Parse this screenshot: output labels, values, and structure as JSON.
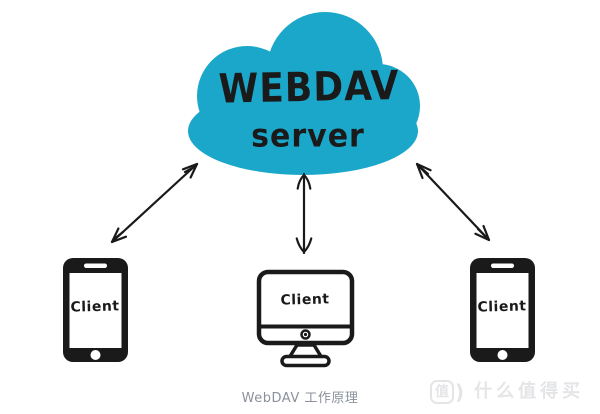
{
  "colors": {
    "cloud": "#1ba7c9",
    "ink": "#1a1a1a",
    "caption_text": "#8b919b",
    "watermark": "#e4e5e7"
  },
  "cloud": {
    "title": "WEBDAV",
    "subtitle": "server"
  },
  "clients": [
    {
      "label": "Client",
      "icon": "smartphone-icon"
    },
    {
      "label": "Client",
      "icon": "desktop-monitor-icon"
    },
    {
      "label": "Client",
      "icon": "smartphone-icon"
    }
  ],
  "caption": "WebDAV 工作原理",
  "watermark": {
    "logo_char": "值",
    "logo_paren": ")",
    "text": "什么值得买"
  }
}
